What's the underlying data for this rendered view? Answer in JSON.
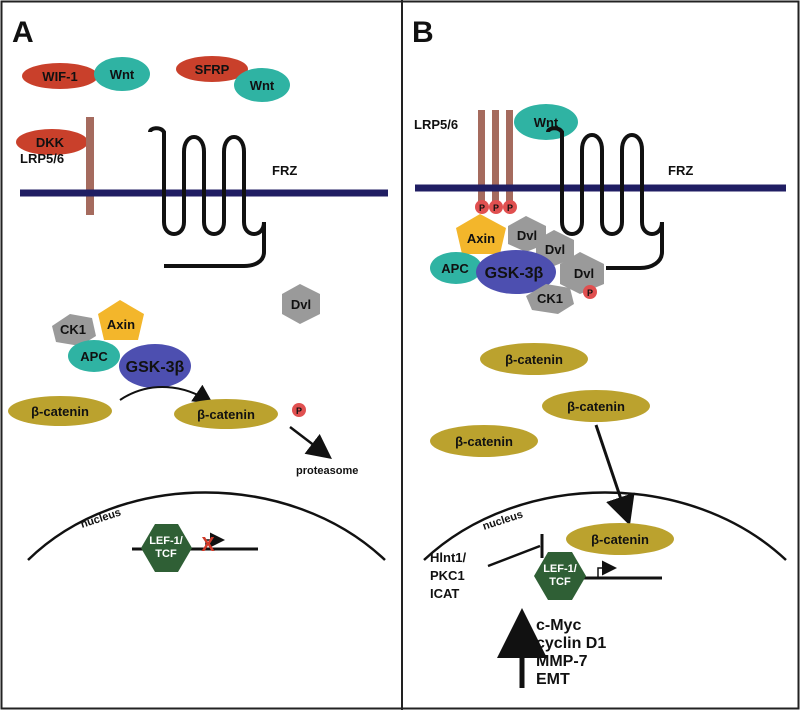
{
  "colors": {
    "border": "#222222",
    "membrane": "#201e63",
    "receptor_bar": "#a56b5e",
    "red_oval": "#c9402b",
    "teal_oval": "#2fb3a3",
    "gray_hex": "#9a9a9a",
    "yellow_pent": "#f3b62b",
    "blue_oval": "#4d4fb0",
    "gold_oval": "#bba22e",
    "dark_green": "#2f5f35",
    "phospho": "#e05050"
  },
  "panel_a": {
    "letter": "A",
    "wif1": "WIF-1",
    "wnt1": "Wnt",
    "sfrp": "SFRP",
    "wnt2": "Wnt",
    "dkk": "DKK",
    "lrp": "LRP5/6",
    "frz": "FRZ",
    "dvl": "Dvl",
    "ck1": "CK1",
    "axin": "Axin",
    "apc": "APC",
    "gsk": "GSK-3β",
    "catenin_left": "β-catenin",
    "catenin_right": "β-catenin",
    "phospho": "P",
    "proteasome": "proteasome",
    "nucleus": "nucleus",
    "lef_line1": "LEF-1/",
    "lef_line2": "TCF",
    "blocked_mark": "X"
  },
  "panel_b": {
    "letter": "B",
    "lrp": "LRP5/6",
    "wnt": "Wnt",
    "frz": "FRZ",
    "p1": "P",
    "p2": "P",
    "p3": "P",
    "axin": "Axin",
    "dvl1": "Dvl",
    "dvl2": "Dvl",
    "dvl3": "Dvl",
    "apc": "APC",
    "gsk": "GSK-3β",
    "ck1": "CK1",
    "p_ck1": "P",
    "catenin1": "β-catenin",
    "catenin2": "β-catenin",
    "catenin3": "β-catenin",
    "catenin_nuc": "β-catenin",
    "nucleus": "nucleus",
    "lef_line1": "LEF-1/",
    "lef_line2": "TCF",
    "inhibitor1": "Hlnt1/",
    "inhibitor2": "PKC1",
    "inhibitor3": "ICAT",
    "target1": "c-Myc",
    "target2": "cyclin D1",
    "target3": "MMP-7",
    "target4": "EMT"
  }
}
